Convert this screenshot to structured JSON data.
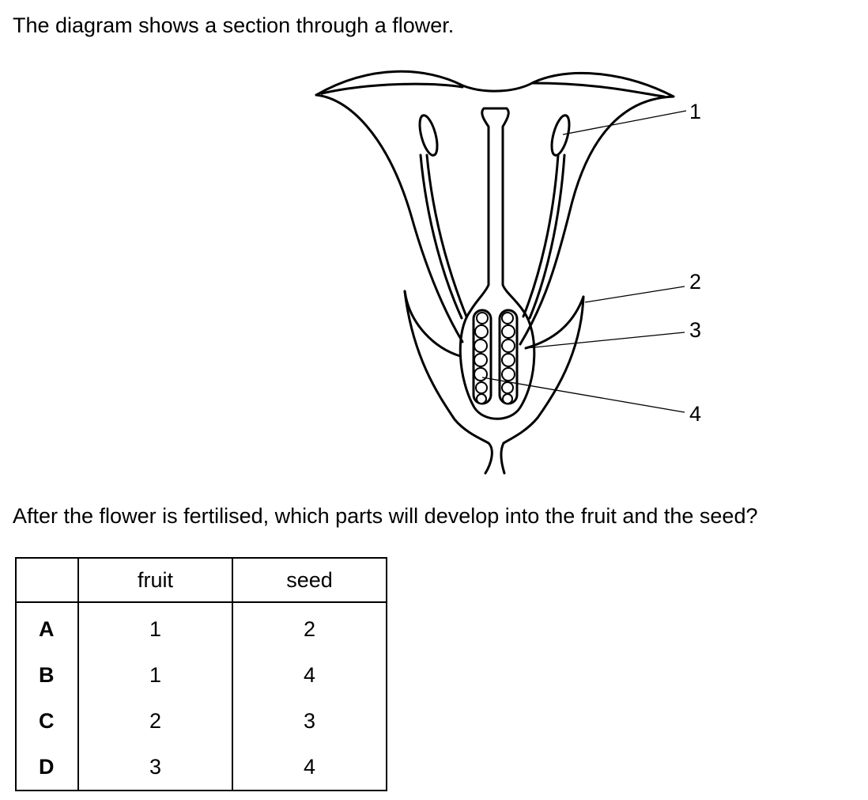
{
  "intro_text": "The diagram shows a section through a flower.",
  "diagram": {
    "labels": [
      "1",
      "2",
      "3",
      "4"
    ]
  },
  "question_text": "After the flower is fertilised, which parts will develop into the fruit and the seed?",
  "table": {
    "headers": [
      "",
      "fruit",
      "seed"
    ],
    "rows": [
      {
        "option": "A",
        "fruit": "1",
        "seed": "2"
      },
      {
        "option": "B",
        "fruit": "1",
        "seed": "4"
      },
      {
        "option": "C",
        "fruit": "2",
        "seed": "3"
      },
      {
        "option": "D",
        "fruit": "3",
        "seed": "4"
      }
    ]
  }
}
